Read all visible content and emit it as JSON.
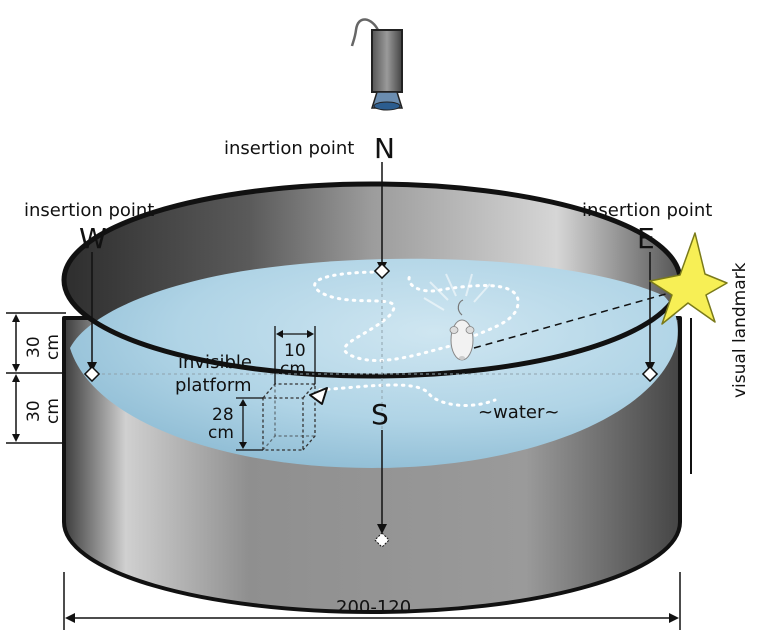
{
  "labels": {
    "insertion_n": "insertion point",
    "insertion_w": "insertion point",
    "insertion_e": "insertion point",
    "dir_n": "N",
    "dir_w": "W",
    "dir_e": "E",
    "dir_s": "S",
    "platform_line1": "invisible",
    "platform_line2": "platform",
    "platform_width_value": "10",
    "platform_width_unit": "cm",
    "platform_height_value": "28",
    "platform_height_unit": "cm",
    "water": "~water~",
    "visual_landmark": "visual landmark",
    "wall_upper_value": "30",
    "wall_upper_unit": "cm",
    "wall_lower_value": "30",
    "wall_lower_unit": "cm",
    "diameter": "200-120"
  },
  "colors": {
    "water": "#a9cfe2",
    "wall": "#8a8a8a",
    "landmark": "#f7ef55",
    "outline": "#111111"
  }
}
